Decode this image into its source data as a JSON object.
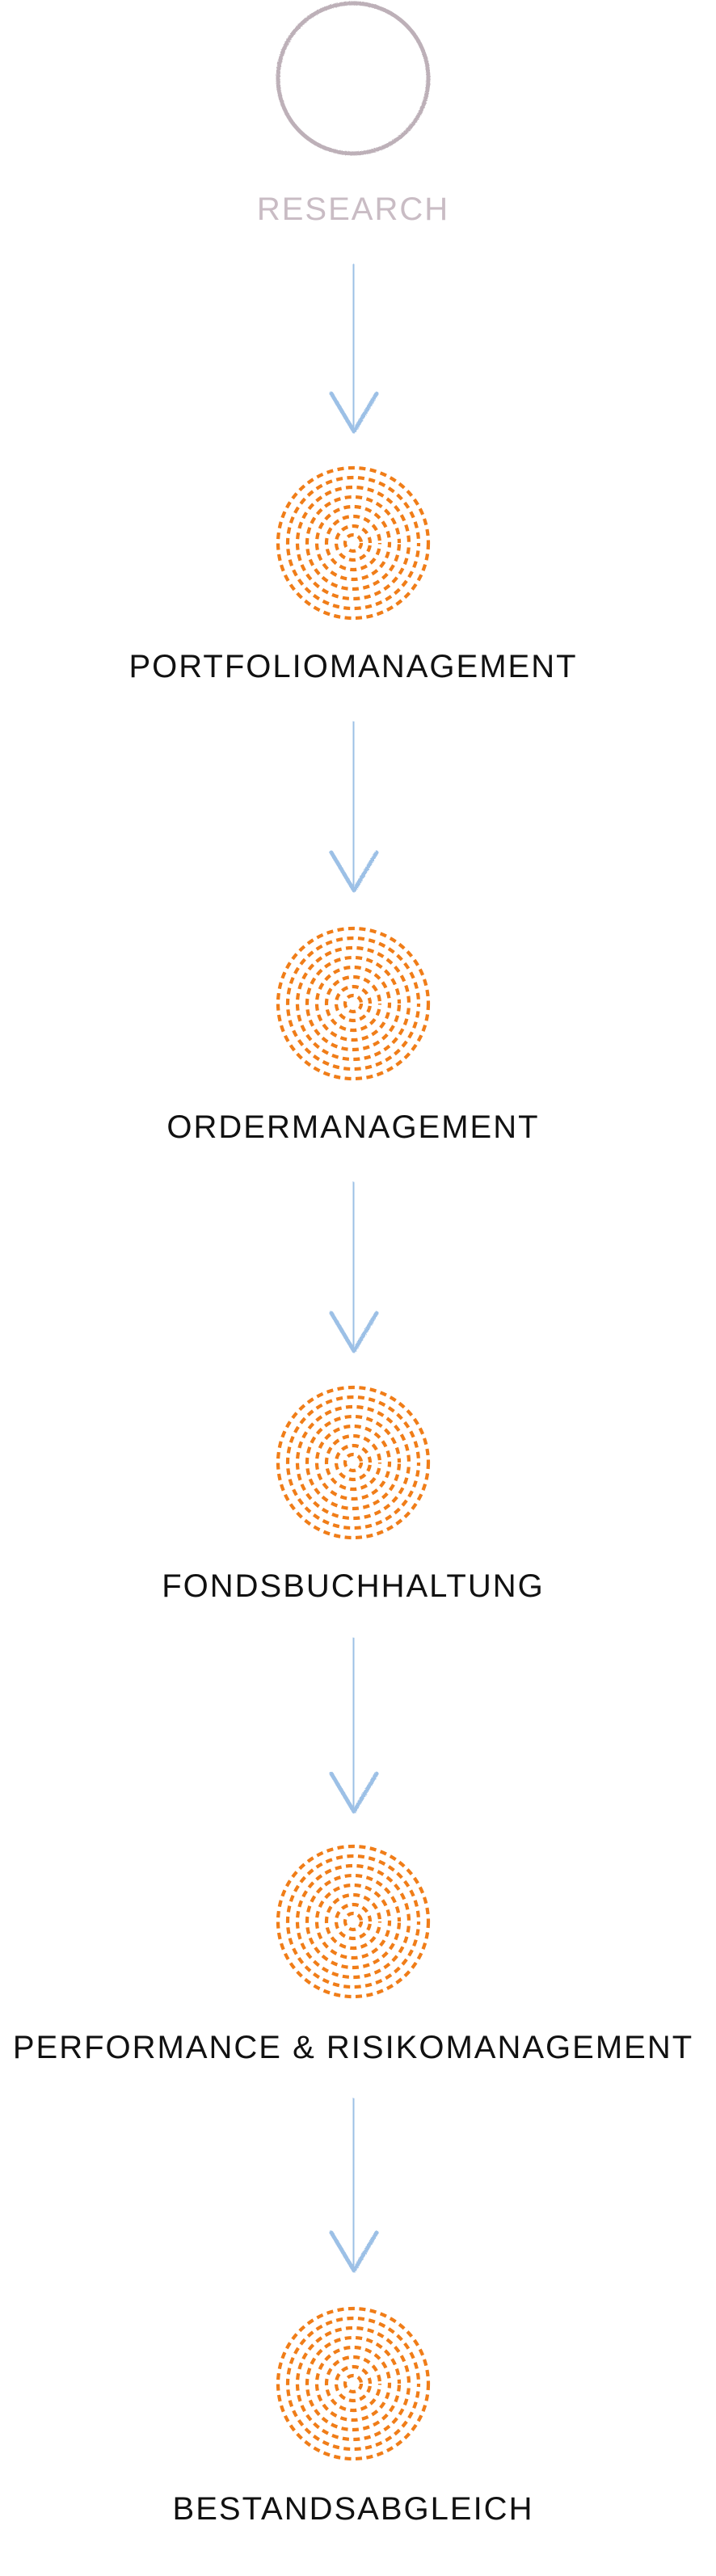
{
  "colors": {
    "first_step_stroke": "#bdb0b8",
    "first_step_label": "#c9bcc4",
    "step_dots": "#f07d18",
    "arrow": "#9cc0e6",
    "label": "#111111"
  },
  "icons": {
    "first_step": "circle-outline-icon",
    "step": "dotted-concentric-circle-icon",
    "connector": "down-arrow-icon"
  },
  "steps": [
    {
      "label": "RESEARCH",
      "state": "inactive"
    },
    {
      "label": "PORTFOLIOMANAGEMENT",
      "state": "active"
    },
    {
      "label": "ORDERMANAGEMENT",
      "state": "active"
    },
    {
      "label": "FONDSBUCHHALTUNG",
      "state": "active"
    },
    {
      "label": "PERFORMANCE & RISIKOMANAGEMENT",
      "state": "active"
    },
    {
      "label": "BESTANDSABGLEICH",
      "state": "active"
    }
  ]
}
